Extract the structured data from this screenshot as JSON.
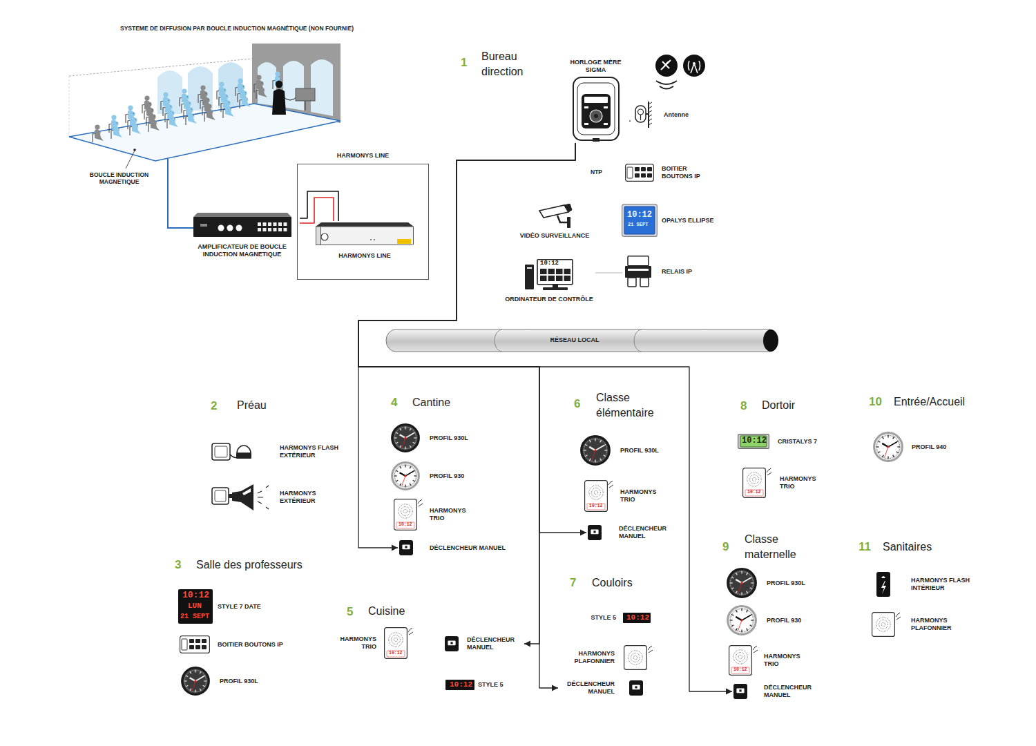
{
  "diagram": {
    "nodes": [
      {
        "text": [
          "HORLOGE MÈRE SIGMA"
        ]
      },
      {
        "text": [
          "Antenne"
        ]
      },
      {
        "text": [
          "BOITIER BOUTONS IP"
        ]
      },
      {
        "text": [
          "VIDÉO SURVEILLANCE"
        ]
      },
      {
        "text": [
          "OPALYS ELLIPSE",
          "10:12",
          "21 SEPT"
        ]
      },
      {
        "text": [
          "ORDINATEUR DE CONTRÔLE",
          "10:12"
        ]
      },
      {
        "text": [
          "RELAIS IP"
        ]
      },
      {
        "text": [
          "AMPLIFICATEUR DE BOUCLE INDUCTION MAGNETIQUE"
        ]
      },
      {
        "text": [
          "HARMONYS LINE"
        ]
      },
      {
        "text": [
          "HARMONYS LINE"
        ],
        "in": 8
      },
      {
        "text": [
          "RÉSEAU LOCAL"
        ]
      },
      {
        "text": [
          "HARMONYS FLASH EXTÉRIEUR"
        ]
      },
      {
        "text": [
          "HARMONYS EXTÉRIEUR"
        ]
      },
      {
        "text": [
          "STYLE 7 DATE",
          "10:12",
          "LUN",
          "21 SEPT"
        ]
      },
      {
        "text": [
          "BOITIER BOUTONS IP"
        ]
      },
      {
        "text": [
          "PROFIL 930L"
        ]
      },
      {
        "text": [
          "PROFIL 930L"
        ]
      },
      {
        "text": [
          "PROFIL 930"
        ]
      },
      {
        "text": [
          "HARMONYS TRIO",
          "10:12"
        ]
      },
      {
        "text": [
          "DÉCLENCHEUR MANUEL"
        ]
      },
      {
        "text": [
          "HARMONYS TRIO",
          "10:12"
        ]
      },
      {
        "text": [
          "DÉCLENCHEUR MANUEL"
        ]
      },
      {
        "text": [
          "STYLE 5",
          "10:12"
        ]
      },
      {
        "text": [
          "PROFIL 930L"
        ]
      },
      {
        "text": [
          "HARMONYS TRIO",
          "10:12"
        ]
      },
      {
        "text": [
          "DÉCLENCHEUR MANUEL"
        ]
      },
      {
        "text": [
          "STYLE 5",
          "10:12"
        ]
      },
      {
        "text": [
          "HARMONYS PLAFONNIER"
        ]
      },
      {
        "text": [
          "DÉCLENCHEUR MANUEL"
        ]
      },
      {
        "text": [
          "CRISTALYS 7",
          "10:12"
        ]
      },
      {
        "text": [
          "HARMONYS TRIO",
          "10:12"
        ]
      },
      {
        "text": [
          "PROFIL 930L"
        ]
      },
      {
        "text": [
          "PROFIL 930"
        ]
      },
      {
        "text": [
          "HARMONYS TRIO",
          "10:12"
        ]
      },
      {
        "text": [
          "DÉCLENCHEUR MANUEL"
        ]
      },
      {
        "text": [
          "PROFIL 940"
        ]
      },
      {
        "text": [
          "HARMONYS FLASH INTÉRIEUR"
        ]
      },
      {
        "text": [
          "HARMONYS PLAFONNIER"
        ]
      }
    ],
    "edges": [
      {
        "from": 0,
        "to": 19,
        "arrow": "to"
      },
      {
        "from": 0,
        "to": 25,
        "arrow": "to"
      },
      {
        "from": 0,
        "to": 21,
        "arrow": "to"
      },
      {
        "from": 0,
        "to": 28,
        "arrow": "to"
      },
      {
        "from": 0,
        "to": 34,
        "arrow": "to"
      },
      {
        "from": 0,
        "to": 1,
        "arrow": "none"
      },
      {
        "from": 7,
        "to": 9,
        "arrow": "none"
      },
      {
        "from": 5,
        "to": 6,
        "arrow": "none"
      }
    ],
    "labels": [
      "SYSTEME DE DIFFUSION PAR BOUCLE INDUCTION MAGNÉTIQUE (NON FOURNIE)",
      "BOUCLE INDUCTION MAGNETIQUE",
      "NTP",
      "1",
      "Bureau direction",
      "2",
      "Préau",
      "3",
      "Salle des professeurs",
      "4",
      "Cantine",
      "5",
      "Cuisine",
      "6",
      "Classe élémentaire",
      "7",
      "Couloirs",
      "8",
      "Dortoir",
      "9",
      "Classe maternelle",
      "10",
      "Entrée/Accueil",
      "11",
      "Sanitaires"
    ]
  }
}
